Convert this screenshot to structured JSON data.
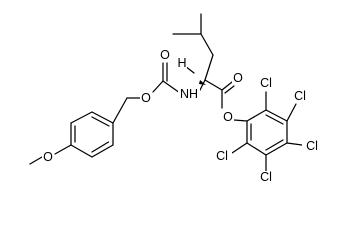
{
  "atom_labels": {
    "o_methoxy": "O",
    "o_ester_benzyl": "O",
    "o_carbamate_carbonyl": "O",
    "nh": "NH",
    "h_stereo": "H",
    "o_ester_carbonyl": "O",
    "o_ester_aryl": "O",
    "cl_1": "Cl",
    "cl_2": "Cl",
    "cl_3": "Cl",
    "cl_4": "Cl",
    "cl_5": "Cl"
  }
}
